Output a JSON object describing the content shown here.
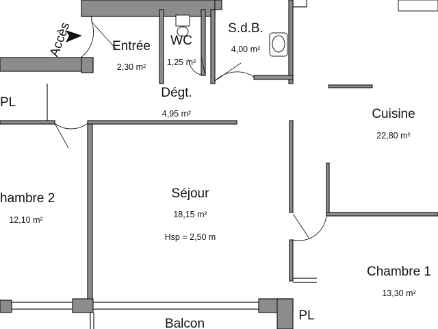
{
  "rooms": {
    "entree": {
      "name": "Entrée",
      "area": "2,30 m²"
    },
    "wc": {
      "name": "WC",
      "area": "1,25 m²"
    },
    "sdb": {
      "name": "S.d.B.",
      "area": "4,00 m²"
    },
    "degt": {
      "name": "Dégt.",
      "area": "4,95 m²"
    },
    "cuisine": {
      "name": "Cuisine",
      "area": "22,80 m²"
    },
    "chambre2": {
      "name": "hambre 2",
      "area": "12,10 m²"
    },
    "sejour": {
      "name": "Séjour",
      "area": "18,15 m²",
      "height": "Hsp = 2,50 m"
    },
    "chambre1": {
      "name": "Chambre 1",
      "area": "13,30 m²"
    },
    "balcon": {
      "name": "Balcon"
    }
  },
  "closets": {
    "left": "PL",
    "right": "PL"
  },
  "entrance": {
    "label": "Accès"
  },
  "colors": {
    "wall": "#8c8c8c",
    "line": "#1a1a1a",
    "text": "#111111"
  }
}
